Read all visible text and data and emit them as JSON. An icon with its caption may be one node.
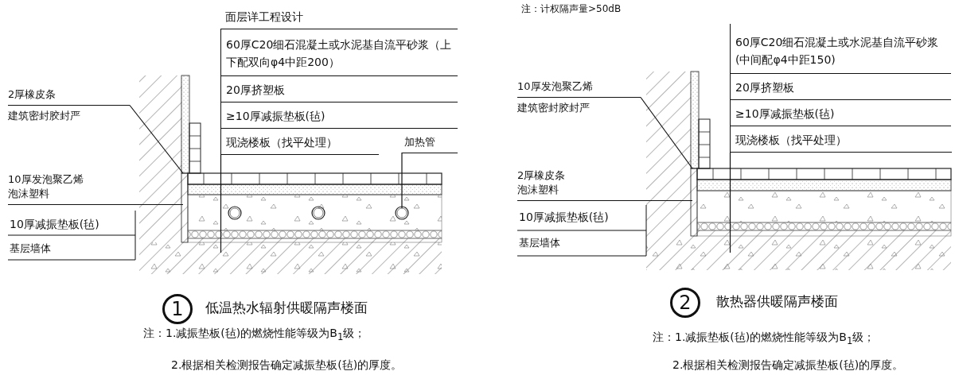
{
  "diagram": {
    "nodes": [
      {
        "text": [
          "面层详工程设计",
          "60厚C20细石混凝土或水泥基自流平砂浆（上下配双向φ4中距200）",
          "20厚挤塑板",
          "≥10厚减振垫板(毡)",
          "现浇楼板（找平处理）"
        ]
      },
      {
        "text": [
          "2厚橡皮条",
          "建筑密封胶封严"
        ]
      },
      {
        "text": [
          "10厚发泡聚乙烯",
          "泡沫塑料"
        ]
      },
      {
        "text": [
          "加热管"
        ]
      },
      {
        "text": [
          "1"
        ],
        "beside": [
          "低温热水辐射供暖隔声楼面"
        ]
      },
      {
        "text": [
          "60厚C20细石混凝土或水泥基自流平砂浆(中间配φ4中距150)",
          "20厚挤塑板",
          "≥10厚减振垫板(毡)",
          "现浇楼板（找平处理）"
        ]
      },
      {
        "text": [
          "10厚发泡聚乙烯",
          "建筑密封胶封严"
        ]
      },
      {
        "text": [
          "2厚橡皮条",
          "泡沫塑料"
        ]
      },
      {
        "text": [
          "2"
        ],
        "beside": [
          "散热器供暖隔声楼面"
        ]
      }
    ],
    "edges": [
      {
        "from": 0,
        "to": null,
        "arrow": "none"
      },
      {
        "from": 1,
        "to": null,
        "arrow": "none"
      },
      {
        "from": 2,
        "to": null,
        "arrow": "none"
      },
      {
        "from": 3,
        "to": null,
        "arrow": "none"
      },
      {
        "from": 5,
        "to": null,
        "arrow": "none"
      },
      {
        "from": 6,
        "to": null,
        "arrow": "none"
      },
      {
        "from": 7,
        "to": null,
        "arrow": "none"
      }
    ],
    "labels": [
      "注：计权隔声量>50dB",
      "10厚减振垫板(毡)",
      "基层墙体",
      "注：1.减振垫板(毡)的燃烧性能等级为B$_{1}$级；",
      "2.根据相关检测报告确定减振垫板(毡)的厚度。",
      "10厚减振垫板(毡)",
      "基层墙体",
      "注：1.减振垫板(毡)的燃烧性能等级为B$_{1}$级；",
      "2.根据相关检测报告确定减振垫板(毡)的厚度。"
    ]
  }
}
